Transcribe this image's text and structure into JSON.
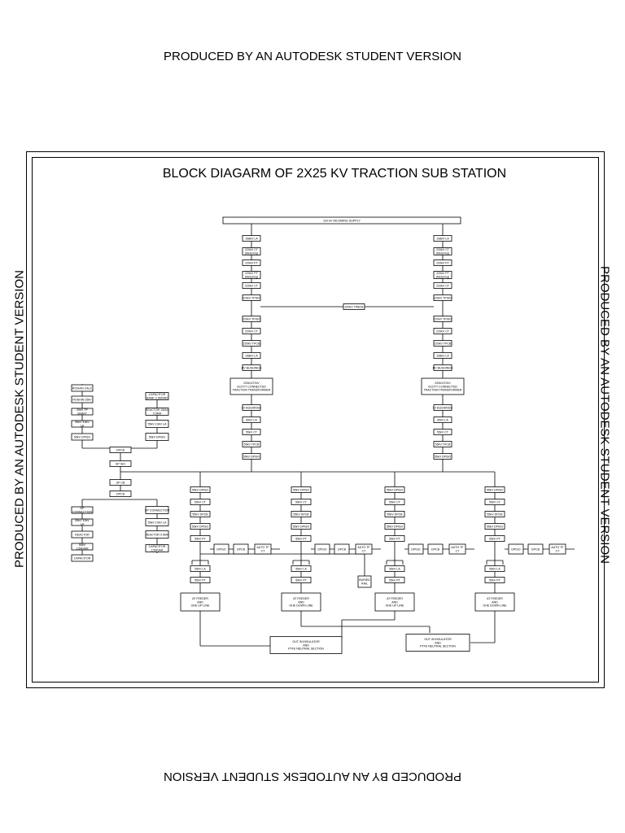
{
  "watermark": {
    "text": "PRODUCED BY AN AUTODESK STUDENT VERSION"
  },
  "title": "BLOCK DIAGARM OF 2X25 KV TRACTION SUB STATION",
  "incoming": "220 kV INCOMING SUPPLY",
  "bus_coupler": "220kV TPBCB",
  "hv_columns": [
    [
      "198kV LA",
      "220kV CT (Metering)",
      "220kV PT",
      "220kV PT (Metering)",
      "220kV CT",
      "220kV TPISO",
      "220kV TPISO",
      "220kV CT",
      "220kV TPCB",
      "198kV LA",
      "HV BUSHINGS",
      "220kV/27kV SCOTT CONNECTED TRACTION TRANSFORMER",
      "LV BUSHINGS",
      "60kV LA",
      "55kV CT",
      "55kV TPCB",
      "55kV DPISO"
    ],
    [
      "198kV LA",
      "220kV CT (Metering)",
      "220kV PT",
      "220kV PT (Metering)",
      "220kV CT",
      "220kV TPISO",
      "220kV TPISO",
      "220kV CT",
      "220kV TPCB",
      "198kV LA",
      "HV BUSHINGS",
      "220kV/27kV SCOTT CONNECTED TRACTION TRANSFORMER",
      "LV BUSHINGS",
      "60kV LA",
      "55kV CT",
      "55kV TPCB",
      "55kV DPISO"
    ]
  ],
  "capacitor_bank": {
    "left_top": [
      "ROSHIN CALC",
      "ROSHIN 25kV",
      "20kV TP SHAFT",
      "55kV 10kV LA",
      "55kV DPISO"
    ],
    "right_top": [
      "CAPACITOR BANK 2.5MVAR",
      "REACTOR 150kV 0.5MH",
      "55kV 10kV LA",
      "55kV DPISO"
    ],
    "center": [
      "DPCB",
      "SP ISO",
      "SP CB",
      "DPCB"
    ],
    "left_bottom": [
      "DP CONNECTION",
      "55kV 10kV LA",
      "REACTOR",
      "55kV 2.5MVAR",
      "CAPACITOR"
    ],
    "right_bottom": [
      "DP CONNECTION",
      "55kV 10kV LA",
      "REACTOR 0.5MH",
      "CAPACITOR 2.5MVAR"
    ]
  },
  "feeder_columns": [
    [
      "55kV DPISO",
      "55kV CT",
      "55kV DPCB",
      "55kV DPISO",
      "55kV PT",
      "55kV LA",
      "55kV PT"
    ],
    [
      "55kV DPISO",
      "55kV CT",
      "55kV DPCB",
      "55kV DPISO",
      "55kV PT",
      "55kV LA",
      "55kV PT"
    ],
    [
      "55kV DPISO",
      "55kV CT",
      "55kV DPCB",
      "55kV DPISO",
      "55kV PT",
      "55kV LA",
      "55kV PT"
    ],
    [
      "55kV DPISO",
      "55kV CT",
      "55kV DPCB",
      "55kV DPISO",
      "55kV PT",
      "55kV LA",
      "55kV PT"
    ]
  ],
  "side_chain": [
    "DPISO",
    "DPCB",
    "AUTO TF CT"
  ],
  "buried_rail": "BURIED RAIL",
  "feeders": [
    [
      "AT FEEDER",
      "AND",
      "OHE UP LINE"
    ],
    [
      "AT FEEDER",
      "AND",
      "OHE DOWN LINE"
    ],
    [
      "AT FEEDER",
      "AND",
      "OHE UP LINE"
    ],
    [
      "AT FEEDER",
      "AND",
      "OHE DOWN LINE"
    ]
  ],
  "insulators": [
    [
      "OUT IN INSULATOR",
      "AND",
      "PTFE NEUTRAL SECTION"
    ],
    [
      "OUT IN INSULATOR",
      "AND",
      "PTFE NEUTRAL SECTION"
    ]
  ]
}
